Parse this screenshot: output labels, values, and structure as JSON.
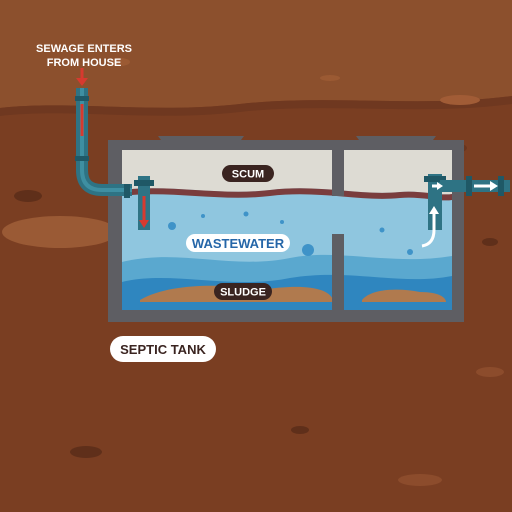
{
  "labels": {
    "sewage_enters": [
      "SEWAGE ENTERS",
      "FROM HOUSE"
    ],
    "scum": "SCUM",
    "wastewater": "WASTEWATER",
    "sludge": "SLUDGE",
    "tank": "SEPTIC TANK"
  },
  "colors": {
    "sky_soil": "#8a4f2c",
    "ground": "#7a3e22",
    "tank_wall": "#5e5e63",
    "tank_wall_dark": "#47474b",
    "scum_layer": "#dddbd3",
    "water_light": "#8fc6df",
    "water_mid": "#5aa8cf",
    "water_dark": "#2f86bf",
    "sludge": "#b07a4e",
    "pipe": "#2e7384",
    "arrow_in": "#d63a2f",
    "arrow_out": "#ffffff",
    "label_dark": "#3a2420",
    "label_blue": "#2566a8"
  },
  "icons": [
    "flow-arrow-down-icon",
    "flow-arrow-right-icon",
    "flow-arrow-up-icon"
  ]
}
